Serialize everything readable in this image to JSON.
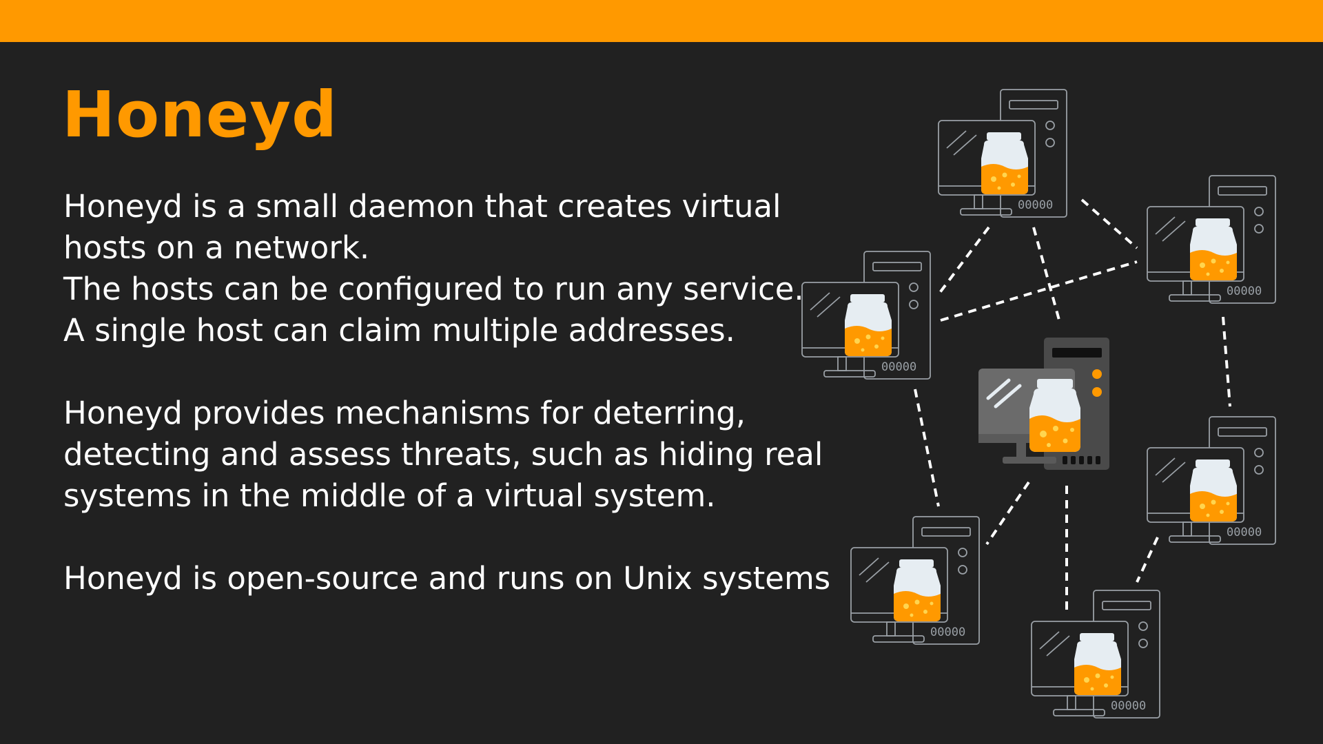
{
  "slide": {
    "title": "Honeyd",
    "paragraphs": [
      {
        "lines": [
          "Honeyd is a small daemon that creates virtual hosts on a network.",
          "The hosts can be configured to run any service.",
          "A single host can claim multiple addresses."
        ]
      },
      {
        "lines": [
          "Honeyd provides mechanisms for deterring, detecting and assess threats, such as hiding real systems in the middle of a virtual system."
        ]
      },
      {
        "lines": [
          "Honeyd is open-source and runs on Unix systems"
        ]
      }
    ]
  },
  "illustration": {
    "icon": "honeypot-network-icon",
    "nodes": [
      {
        "name": "virtual-host-computer-icon",
        "led_label": "00000"
      },
      {
        "name": "virtual-host-computer-icon",
        "led_label": "00000"
      },
      {
        "name": "virtual-host-computer-icon",
        "led_label": "00000"
      },
      {
        "name": "virtual-host-computer-icon",
        "led_label": "00000"
      },
      {
        "name": "virtual-host-computer-icon",
        "led_label": "00000"
      },
      {
        "name": "virtual-host-computer-icon",
        "led_label": "00000"
      },
      {
        "name": "real-system-computer-icon",
        "led_label": ""
      }
    ]
  },
  "colors": {
    "accent": "#ff9900",
    "background": "#212121",
    "text": "#ffffff",
    "outline": "#9aa0a6",
    "jar": "#e6edf2",
    "server_dark": "#4a4a4a",
    "server_light": "#6b6b6b"
  }
}
